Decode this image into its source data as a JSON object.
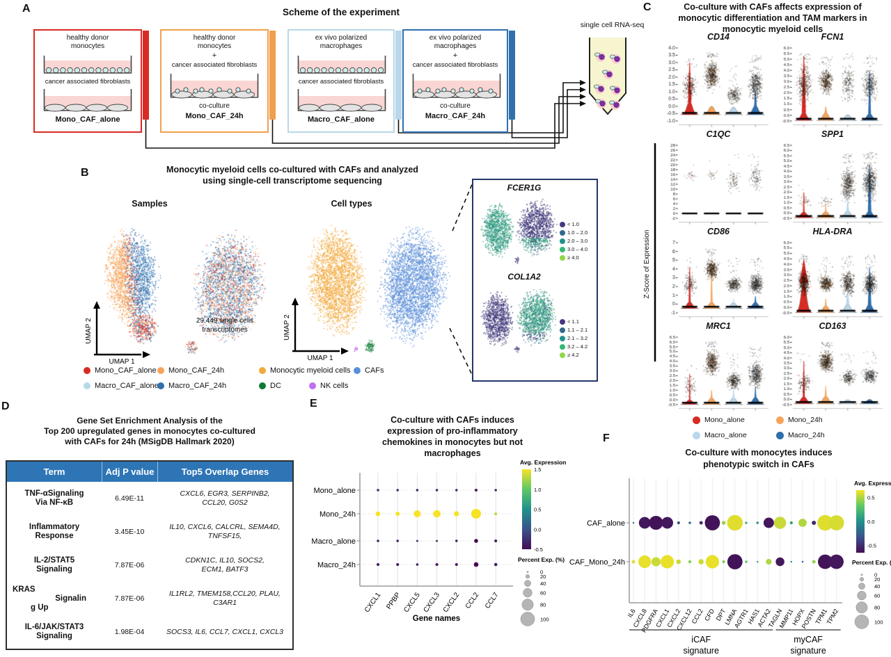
{
  "colors": {
    "group_colors": [
      "#d92a23",
      "#f6a45c",
      "#b9d7ea",
      "#2f6fae"
    ],
    "myeloid_orange": "#f2a93b",
    "caf_blue": "#5b8fd9",
    "dc_green": "#0d7a33",
    "nk_purple": "#bf6ff0",
    "table_header": "#2e75b6",
    "viridis_stops": [
      "#440d54",
      "#3b528b",
      "#21908c",
      "#5dc863",
      "#f7e225"
    ],
    "inset_legend_colors": [
      "#453781",
      "#31688e",
      "#21918c",
      "#35b779",
      "#90d743"
    ]
  },
  "panelA": {
    "label": "A",
    "title": "Scheme of the experiment",
    "seq_label": "single cell RNA-seq",
    "boxes": [
      {
        "name": "Mono_CAF_alone",
        "top": [
          "healthy donor",
          "monocytes"
        ],
        "mid": "cancer associated fibroblasts",
        "border": "#d92a23",
        "type": "separate"
      },
      {
        "name": "Mono_CAF_24h",
        "top": [
          "healthy donor",
          "monocytes"
        ],
        "plus": "+",
        "mid": "cancer associated fibroblasts",
        "co": "co-culture",
        "border": "#f0a04e",
        "type": "coculture"
      },
      {
        "name": "Macro_CAF_alone",
        "top": [
          "ex vivo polarized",
          "macrophages"
        ],
        "mid": "cancer associated fibroblasts",
        "border": "#b9d7ea",
        "type": "separate"
      },
      {
        "name": "Macro_CAF_24h",
        "top": [
          "ex vivo polarized",
          "macrophages"
        ],
        "plus": "+",
        "mid": "cancer associated fibroblasts",
        "co": "co-culture",
        "border": "#2f6fae",
        "type": "coculture"
      }
    ]
  },
  "panelB": {
    "label": "B",
    "title_lines": [
      "Monocytic myeloid cells co-cultured with CAFs and analyzed",
      "using single-cell transcriptome sequencing"
    ],
    "samples_title": "Samples",
    "celltypes_title": "Cell types",
    "cell_count_lines": [
      "29,449 single cells",
      "transcriptomes"
    ],
    "umap_x": "UMAP 1",
    "umap_y": "UMAP 2",
    "samples_legend": [
      {
        "label": "Mono_CAF_alone",
        "color": "#d92a23"
      },
      {
        "label": "Mono_CAF_24h",
        "color": "#f6a45c"
      },
      {
        "label": "Macro_CAF_alone",
        "color": "#b9d7ea"
      },
      {
        "label": "Macro_CAF_24h",
        "color": "#2f6fae"
      }
    ],
    "celltypes_legend": [
      {
        "label": "Monocytic myeloid cells",
        "color": "#f2a93b"
      },
      {
        "label": "CAFs",
        "color": "#5b8fd9"
      },
      {
        "label": "DC",
        "color": "#0d7a33"
      },
      {
        "label": "NK cells",
        "color": "#bf6ff0"
      }
    ],
    "inset_genes": [
      {
        "name": "FCER1G",
        "legend": [
          "< 1.0",
          "1.0 – 2.0",
          "2.0 – 3.0",
          "3.0 – 4.0",
          "≥ 4.0"
        ]
      },
      {
        "name": "COL1A2",
        "legend": [
          "< 1.1",
          "1.1 – 2.1",
          "2.1 – 3.2",
          "3.2 – 4.2",
          "≥ 4.2"
        ]
      }
    ]
  },
  "panelC": {
    "label": "C",
    "title_lines": [
      "Co-culture with CAFs affects expression of",
      "monocytic differentiation and TAM markers in",
      "monocytic myeloid cells"
    ],
    "ylabel": "Z-Score  of Expression",
    "legend": [
      {
        "label": "Mono_alone",
        "color": "#d92a23"
      },
      {
        "label": "Mono_24h",
        "color": "#f6a45c"
      },
      {
        "label": "Macro_alone",
        "color": "#b9d7ea"
      },
      {
        "label": "Macro_24h",
        "color": "#2f6fae"
      }
    ],
    "violins": [
      {
        "gene": "CD14",
        "ymin": -1,
        "ymax": 4,
        "step": 0.5,
        "groups": [
          {
            "w": 13,
            "base": -0.45,
            "bump": 0.75,
            "spike": 3.0,
            "sw": 2.5,
            "cloud": [
              0.1,
              2.7
            ],
            "n": 260
          },
          {
            "w": 13,
            "base": -0.45,
            "bump": 0.45,
            "spike": 0,
            "sw": 0,
            "cloud": [
              0.9,
              3.4
            ],
            "n": 560
          },
          {
            "w": 13,
            "base": -0.45,
            "bump": 0.4,
            "spike": 0,
            "sw": 0,
            "cloud": [
              0.0,
              1.6
            ],
            "n": 230
          },
          {
            "w": 13,
            "base": -0.45,
            "bump": 0.5,
            "spike": 1.1,
            "sw": 2,
            "cloud": [
              0.1,
              3.0
            ],
            "n": 420
          }
        ]
      },
      {
        "gene": "FCN1",
        "ymin": -0.5,
        "ymax": 6,
        "step": 0.5,
        "groups": [
          {
            "w": 13,
            "base": -0.3,
            "bump": 0.6,
            "spike": 5.3,
            "sw": 3,
            "cloud": [
              0.5,
              5.0
            ],
            "n": 380
          },
          {
            "w": 13,
            "base": -0.3,
            "bump": 0.55,
            "spike": 0.8,
            "sw": 2,
            "cloud": [
              1.6,
              4.4
            ],
            "n": 440
          },
          {
            "w": 13,
            "base": -0.3,
            "bump": 0.35,
            "spike": 0,
            "sw": 0,
            "cloud": [
              0.8,
              5.0
            ],
            "n": 210
          },
          {
            "w": 13,
            "base": -0.3,
            "bump": 0.45,
            "spike": 3.9,
            "sw": 2,
            "cloud": [
              0.8,
              4.6
            ],
            "n": 330
          }
        ]
      },
      {
        "gene": "C1QC",
        "ymin": -2,
        "ymax": 28,
        "step": 2,
        "groups": [
          {
            "w": 13,
            "base": 0,
            "flat": true,
            "cloud": [
              13,
              19
            ],
            "n": 24
          },
          {
            "w": 13,
            "base": 0,
            "flat": true,
            "cloud": [
              13,
              19
            ],
            "n": 24
          },
          {
            "w": 13,
            "base": 0,
            "flat": true,
            "cloud": [
              7,
              20
            ],
            "n": 85
          },
          {
            "w": 13,
            "base": 0,
            "flat": true,
            "cloud": [
              7,
              23
            ],
            "n": 105
          }
        ]
      },
      {
        "gene": "SPP1",
        "ymin": -0.5,
        "ymax": 6.5,
        "step": 0.5,
        "groups": [
          {
            "w": 14,
            "base": -0.28,
            "bump": 0.38,
            "spike": 2.0,
            "sw": 1.2,
            "cloud": [
              0.4,
              2.0
            ],
            "n": 40
          },
          {
            "w": 14,
            "base": -0.28,
            "bump": 0.42,
            "spike": 0.9,
            "sw": 1.2,
            "cloud": [
              0.4,
              1.8
            ],
            "n": 30
          },
          {
            "w": 13,
            "base": -0.28,
            "bump": 0.5,
            "spike": 1.3,
            "sw": 2,
            "cloud": [
              0.8,
              4.8
            ],
            "n": 500
          },
          {
            "w": 13,
            "base": -0.28,
            "bump": 0.5,
            "spike": 4.7,
            "sw": 2.5,
            "cloud": [
              0.8,
              5.2
            ],
            "n": 540
          }
        ]
      },
      {
        "gene": "CD86",
        "ymin": -1,
        "ymax": 7,
        "step": 1,
        "groups": [
          {
            "w": 13,
            "base": -0.3,
            "bump": 0.55,
            "spike": 4.2,
            "sw": 1.5,
            "cloud": [
              0.7,
              4.0
            ],
            "n": 150
          },
          {
            "w": 13,
            "base": -0.3,
            "bump": 0.5,
            "spike": 4.7,
            "sw": 1.5,
            "cloud": [
              2.5,
              5.5
            ],
            "n": 430
          },
          {
            "w": 13,
            "base": -0.3,
            "bump": 0.45,
            "spike": 0.6,
            "sw": 1,
            "cloud": [
              1.3,
              3.3
            ],
            "n": 340
          },
          {
            "w": 13,
            "base": -0.3,
            "bump": 0.5,
            "spike": 0.9,
            "sw": 1.5,
            "cloud": [
              0.9,
              3.7
            ],
            "n": 430
          }
        ]
      },
      {
        "gene": "HLA-DRA",
        "ymin": -0.5,
        "ymax": 6,
        "step": 0.5,
        "groups": [
          {
            "w": 12,
            "base": -0.3,
            "bump": 2.6,
            "spike": 4.4,
            "sw": 6,
            "cloud": [
              0.8,
              3.9
            ],
            "n": 500
          },
          {
            "w": 13,
            "base": -0.3,
            "bump": 0.45,
            "spike": 0.8,
            "sw": 1.5,
            "cloud": [
              1.3,
              3.1
            ],
            "n": 430
          },
          {
            "w": 13,
            "base": -0.3,
            "bump": 0.6,
            "spike": 1.6,
            "sw": 2.5,
            "cloud": [
              0.9,
              3.6
            ],
            "n": 440
          },
          {
            "w": 13,
            "base": -0.3,
            "bump": 0.6,
            "spike": 3.7,
            "sw": 2.5,
            "cloud": [
              0.9,
              3.6
            ],
            "n": 440
          }
        ]
      },
      {
        "gene": "MRC1",
        "ymin": -0.5,
        "ymax": 6.5,
        "step": 0.5,
        "groups": [
          {
            "w": 13,
            "base": -0.3,
            "bump": 0.3,
            "spike": 2.7,
            "sw": 1,
            "cloud": [
              0.2,
              2.8
            ],
            "n": 80
          },
          {
            "w": 13,
            "base": -0.3,
            "bump": 0.5,
            "spike": 1.0,
            "sw": 1.5,
            "cloud": [
              2.3,
              5.5
            ],
            "n": 500
          },
          {
            "w": 13,
            "base": -0.3,
            "bump": 0.5,
            "spike": 1.1,
            "sw": 1.5,
            "cloud": [
              0.9,
              3.1
            ],
            "n": 340
          },
          {
            "w": 13,
            "base": -0.3,
            "bump": 0.55,
            "spike": 1.3,
            "sw": 1.5,
            "cloud": [
              0.9,
              4.4
            ],
            "n": 430
          }
        ]
      },
      {
        "gene": "CD163",
        "ymin": -0.5,
        "ymax": 6,
        "step": 0.5,
        "groups": [
          {
            "w": 14,
            "base": -0.25,
            "bump": 0.5,
            "spike": 3.7,
            "sw": 1.5,
            "cloud": [
              0.3,
              3.0
            ],
            "n": 150
          },
          {
            "w": 13,
            "base": -0.25,
            "bump": 0.55,
            "spike": 1.3,
            "sw": 1.5,
            "cloud": [
              2.4,
              5.0
            ],
            "n": 530
          },
          {
            "w": 14,
            "base": -0.25,
            "bump": 0.22,
            "spike": 0,
            "sw": 0,
            "cloud": [
              1.3,
              3.0
            ],
            "n": 230
          },
          {
            "w": 14,
            "base": -0.25,
            "bump": 0.25,
            "spike": 0,
            "sw": 0,
            "cloud": [
              1.4,
              3.2
            ],
            "n": 270
          }
        ]
      }
    ]
  },
  "panelD": {
    "label": "D",
    "title_lines": [
      "Gene Set Enrichment Analysis of the",
      "Top 200 upregulated genes in monocytes co-cultured",
      "with CAFs for 24h (MSigDB Hallmark 2020)"
    ],
    "header": [
      "Term",
      "Adj P value",
      "Top5 Overlap Genes"
    ],
    "rows": [
      {
        "term_lines": [
          "TNF-αSignaling",
          "Via NF-κB"
        ],
        "p": "6.49E-11",
        "gene_lines": [
          "CXCL6, EGR3, SERPINB2,",
          "CCL20, G0S2"
        ]
      },
      {
        "term_lines": [
          "Inflammatory",
          "Response"
        ],
        "p": "3.45E-10",
        "gene_lines": [
          "IL10, CXCL6, CALCRL, SEMA4D,",
          "TNFSF15,"
        ]
      },
      {
        "term_lines": [
          "IL-2/STAT5",
          "Signaling"
        ],
        "p": "7.87E-06",
        "gene_lines": [
          "CDKN1C, IL10, SOCS2,",
          "ECM1, BATF3"
        ]
      },
      {
        "term_lines": [
          "KRAS",
          "Signalin",
          "g Up"
        ],
        "p": "7.87E-06",
        "gene_lines": [
          "IL1RL2, TMEM158,CCL20, PLAU,",
          "C3AR1"
        ],
        "odd_wrap": true
      },
      {
        "term_lines": [
          "IL-6/JAK/STAT3",
          "Signaling"
        ],
        "p": "1.98E-04",
        "gene_lines": [
          "SOCS3, IL6, CCL7, CXCL1, CXCL3"
        ]
      }
    ]
  },
  "panelE": {
    "label": "E",
    "title_lines": [
      "Co-culture with CAFs induces",
      "expression of pro-inflammatory",
      "chemokines in monocytes but not",
      "macrophages"
    ],
    "xlabel": "Gene names",
    "rows": [
      "Mono_alone",
      "Mono_24h",
      "Macro_alone",
      "Macro_24h"
    ],
    "genes": [
      "CXCL1",
      "PPBP",
      "CXCL5",
      "CXCL3",
      "CXCL2",
      "CCL2",
      "CCL7"
    ],
    "percent_exp": [
      [
        3,
        3,
        3,
        3,
        3,
        4,
        3
      ],
      [
        11,
        9,
        25,
        28,
        14,
        49,
        4
      ],
      [
        3,
        3,
        2,
        2,
        3,
        8,
        4
      ],
      [
        4,
        4,
        3,
        4,
        4,
        11,
        5
      ]
    ],
    "avg_exp": [
      [
        -0.3,
        -0.3,
        -0.3,
        -0.3,
        -0.3,
        -0.4,
        -0.3
      ],
      [
        1.5,
        1.5,
        1.5,
        1.5,
        1.5,
        1.5,
        1.3
      ],
      [
        -0.4,
        -0.4,
        -0.4,
        -0.4,
        -0.4,
        -0.5,
        -0.4
      ],
      [
        -0.4,
        -0.4,
        -0.4,
        -0.4,
        -0.4,
        -0.5,
        -0.4
      ]
    ],
    "avg_legend": {
      "title": "Avg. Expression",
      "ticks": [
        "1.5",
        "1.0",
        "0.5",
        "0.0",
        "-0.5"
      ],
      "range": [
        -0.5,
        1.5
      ]
    },
    "pct_legend": {
      "title": "Percent Exp. (%)",
      "ticks": [
        "0",
        "20",
        "40",
        "60",
        "80",
        "100"
      ]
    }
  },
  "panelF": {
    "label": "F",
    "title_lines": [
      "Co-culture with monocytes induces",
      "phenotypic switch in CAFs"
    ],
    "rows": [
      "CAF_alone",
      "CAF_Mono_24h"
    ],
    "genes": [
      "IL6",
      "CXCL8",
      "PDGFRA",
      "CXCL1",
      "CXCL2",
      "CXCL12",
      "CCL2",
      "CFD",
      "DPT",
      "LMNA",
      "AGTR1",
      "HAS1",
      "ACTA2",
      "TAGLN",
      "MMP11",
      "HOPX",
      "POSTN",
      "TPM1",
      "TPM2"
    ],
    "percent_exp": [
      [
        1,
        45,
        64,
        45,
        3,
        2,
        4,
        76,
        5,
        81,
        2,
        2,
        36,
        49,
        3,
        22,
        6,
        81,
        76
      ],
      [
        4,
        53,
        28,
        59,
        7,
        3,
        9,
        59,
        3,
        76,
        2,
        1,
        11,
        25,
        1,
        1,
        4,
        69,
        69
      ]
    ],
    "avg_exp": [
      [
        -0.1,
        -0.6,
        -0.62,
        -0.6,
        -0.3,
        -0.2,
        -0.5,
        -0.62,
        0.45,
        0.6,
        0.2,
        0.0,
        -0.6,
        0.55,
        0.1,
        0.5,
        -0.5,
        0.6,
        0.58
      ],
      [
        0.6,
        0.62,
        0.55,
        0.62,
        0.55,
        0.4,
        0.55,
        0.62,
        0.4,
        -0.62,
        0.3,
        0.1,
        0.5,
        -0.6,
        0.0,
        -0.3,
        0.45,
        -0.62,
        -0.6
      ]
    ],
    "signatures": [
      {
        "label_lines": [
          "iCAF",
          "signature"
        ],
        "from": 0,
        "to": 12
      },
      {
        "label_lines": [
          "myCAF",
          "signature"
        ],
        "from": 13,
        "to": 18
      }
    ],
    "avg_legend": {
      "title": "Avg. Expression",
      "ticks": [
        "0.5",
        "0.0",
        "-0.5"
      ],
      "range": [
        -0.65,
        0.65
      ]
    },
    "pct_legend": {
      "title": "Percent Exp. (%)",
      "ticks": [
        "0",
        "20",
        "40",
        "60",
        "80",
        "100"
      ]
    }
  }
}
